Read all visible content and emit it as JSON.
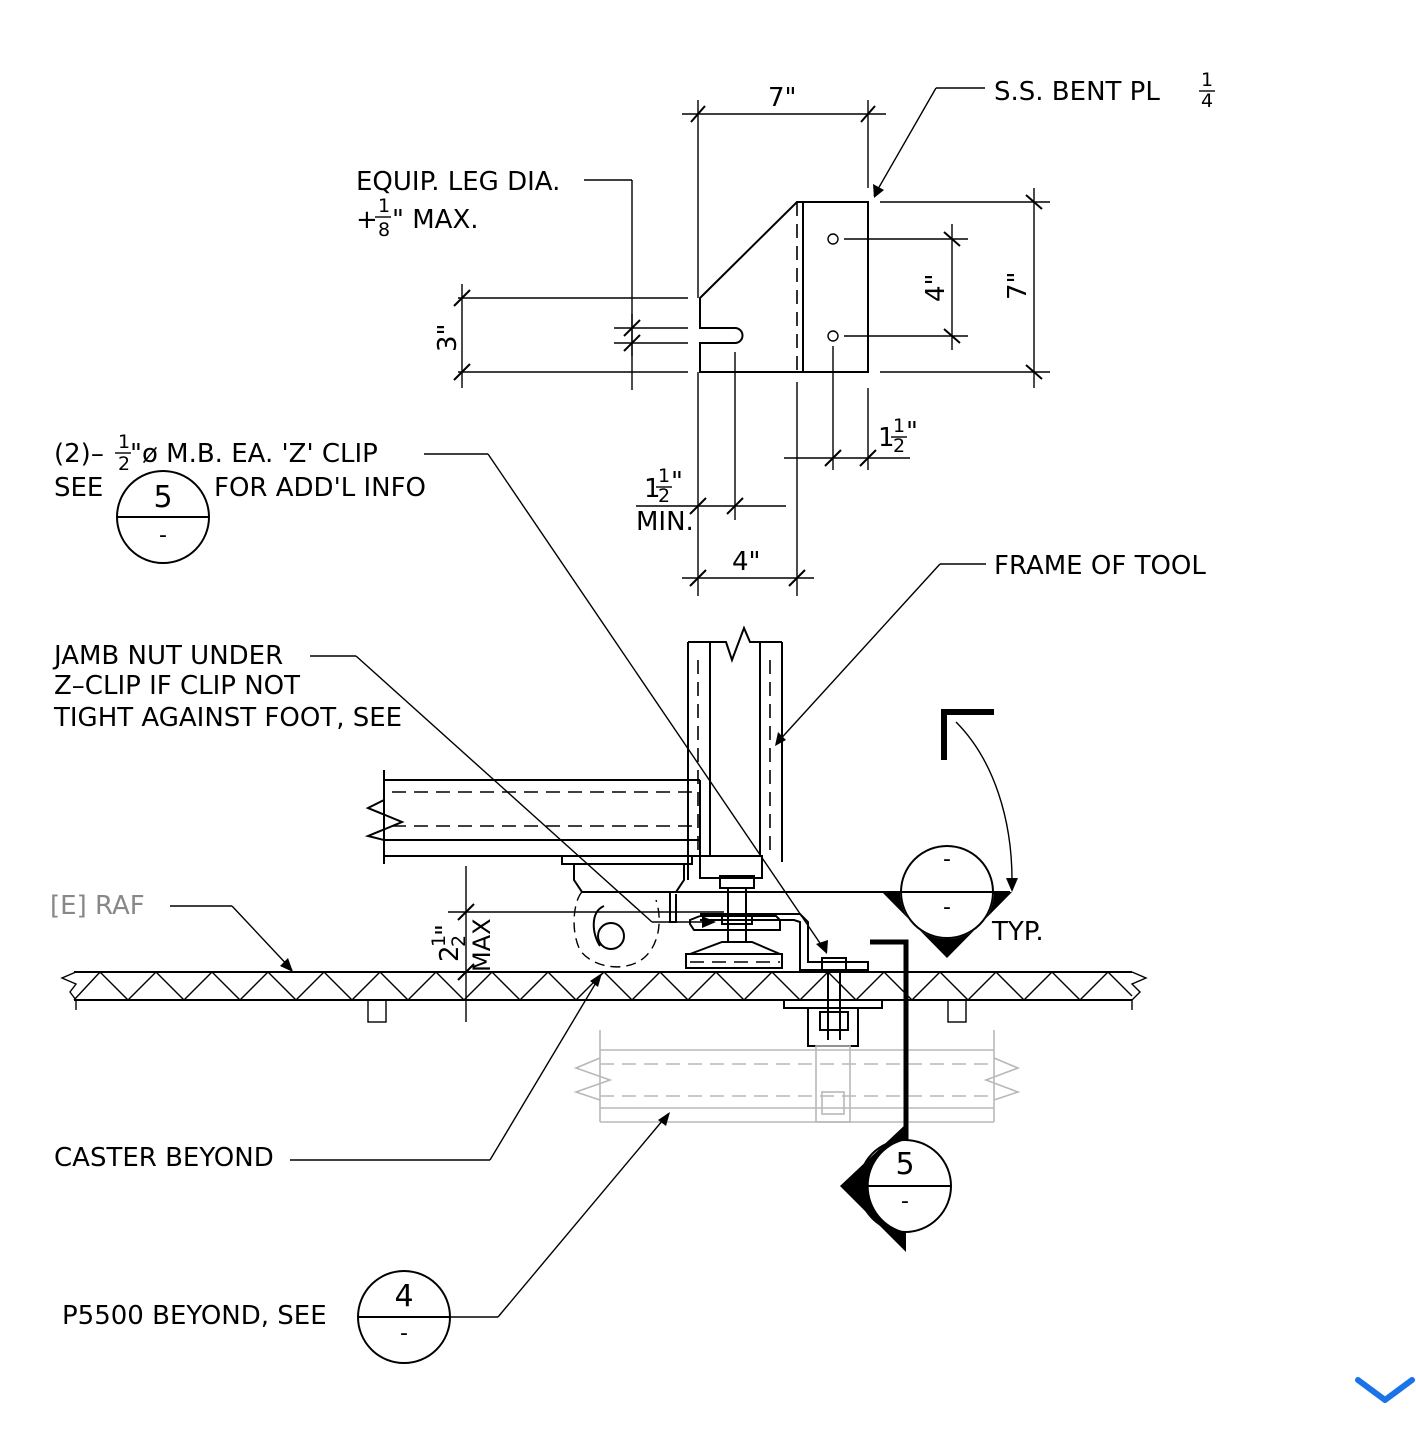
{
  "labels": {
    "bent_plate": "S.S. BENT PL",
    "bent_plate_num": "1",
    "bent_plate_den": "4",
    "equip_leg_1": "EQUIP.  LEG  DIA.",
    "equip_leg_plus": "+",
    "equip_leg_num": "1",
    "equip_leg_den": "8",
    "equip_leg_2": "\"  MAX.",
    "mb_pre": "(2)–",
    "mb_num": "1",
    "mb_den": "2",
    "mb_post": "\"ø  M.B.  EA.  'Z'  CLIP",
    "see": "SEE",
    "addl_info": "FOR  ADD'L  INFO",
    "frame_of_tool": "FRAME  OF  TOOL",
    "jamb_1": "JAMB  NUT  UNDER",
    "jamb_2": "Z–CLIP  IF  CLIP  NOT",
    "jamb_3": "TIGHT  AGAINST  FOOT,  SEE",
    "raf": "[E]  RAF",
    "typ": "TYP.",
    "caster": "CASTER  BEYOND",
    "p5500": "P5500  BEYOND,  SEE",
    "max": "MAX"
  },
  "dimensions": {
    "top_width": "7\"",
    "height": "7\"",
    "hole_spacing": "4\"",
    "slot_height": "3\"",
    "edge_whole": "1",
    "edge_num": "1",
    "edge_den": "2",
    "edge_in": "\"",
    "min_whole": "1",
    "min_num": "1",
    "min_den": "2",
    "min_in": "\"",
    "min_text": "MIN.",
    "bottom_width": "4\"",
    "clearance_whole": "2",
    "clearance_num": "1",
    "clearance_den": "2",
    "clearance_in": "\""
  },
  "callouts": {
    "mb_detail": {
      "number": "5",
      "sheet": "-"
    },
    "section_cut": {
      "number": "-",
      "sheet": "-"
    },
    "detail_lower": {
      "number": "5",
      "sheet": "-"
    },
    "p5500_detail": {
      "number": "4",
      "sheet": "-"
    }
  },
  "icons": {
    "scroll": "chevron-down-icon"
  },
  "colors": {
    "line": "#000000",
    "background_item": "#b8b8b8",
    "accent": "#1a73e8"
  }
}
